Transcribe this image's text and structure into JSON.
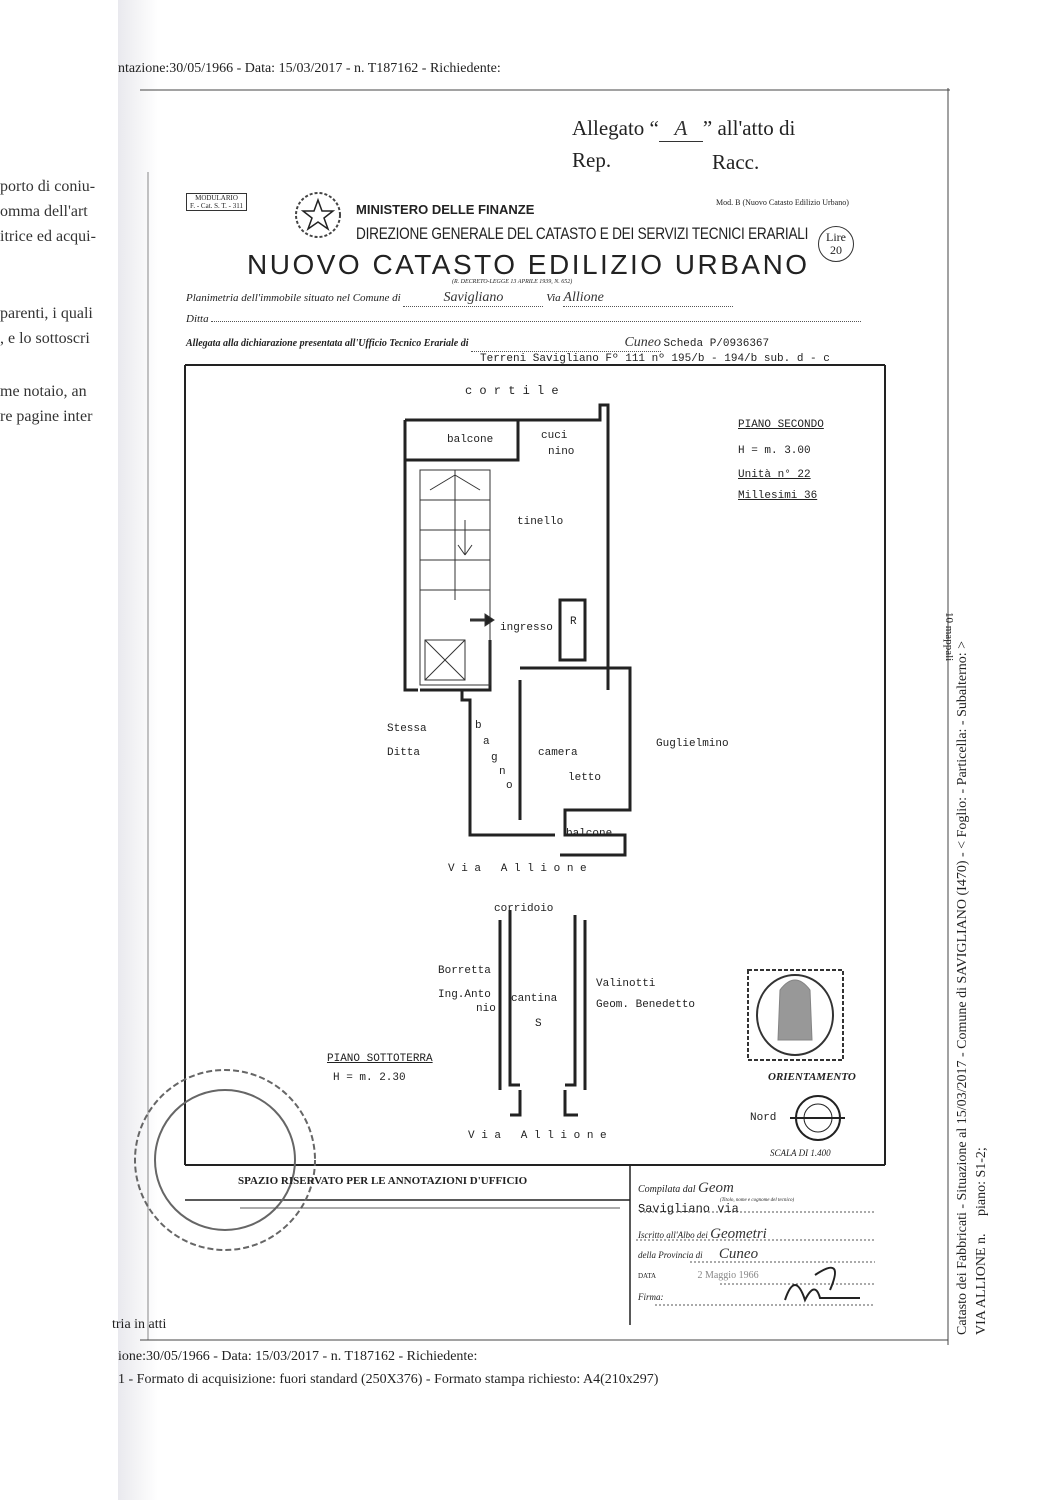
{
  "header_line": "ntazione:30/05/1966 - Data: 15/03/2017 - n. T187162 - Richiedente:",
  "allegato": {
    "prefix": "Allegato “",
    "letter": "A",
    "suffix": "” all'atto di",
    "rep": "Rep.",
    "racc": "Racc."
  },
  "left_page_fragments": [
    "porto di coniu-",
    "omma dell'art",
    "itrice ed acqui-",
    "parenti, i quali",
    ", e lo sottoscri",
    "me notaio, an",
    "re pagine inter"
  ],
  "form": {
    "modulario": "MODULARIO",
    "modulario_code": "F. - Cat. S. T. - 311",
    "ministry": "MINISTERO DELLE FINANZE",
    "directorate": "DIREZIONE GENERALE DEL CATASTO E DEI SERVIZI TECNICI ERARIALI",
    "title": "NUOVO CATASTO EDILIZIO URBANO",
    "decree": "(R. DECRETO-LEGGE 13 APRILE 1939, N. 652)",
    "mod": "Mod. B (Nuovo Catasto Edilizio Urbano)",
    "stamp_lire": "Lire",
    "stamp_value": "20",
    "planimetria_label": "Planimetria dell'immobile situato nel Comune di",
    "comune": "Savigliano",
    "via_label": "Via",
    "via": "Allione",
    "ditta_label": "Ditta",
    "allegata_label": "Allegata alla dichiarazione presentata all'Ufficio Tecnico Erariale di",
    "ufficio": "Cuneo",
    "scheda": "Scheda P/0936367",
    "terreni": "Terreni Savigliano Fº 111 nº 195/b - 194/b sub. d - c"
  },
  "plan": {
    "cortile": "c o r t i l e",
    "piano_secondo": "PIANO SECONDO",
    "h2": "H = m. 3.00",
    "unita": "Unità n° 22",
    "millesimi": "Millesimi 36",
    "rooms": {
      "balcone_top": "balcone",
      "cucinino_1": "cuci",
      "cucinino_2": "nino",
      "tinello": "tinello",
      "ingresso": "ingresso",
      "r": "R",
      "bagno": [
        "b",
        "a",
        "g",
        "n",
        "o"
      ],
      "camera": "camera",
      "letto": "letto",
      "balcone_bottom": "balcone"
    },
    "stessa": "Stessa",
    "ditta": "Ditta",
    "guglielmino": "Guglielmino",
    "via_allione_1": "V i a   A l l i o n e",
    "corridoio": "corridoio",
    "borretta_1": "Borretta",
    "borretta_2": "Ing.Anto",
    "borretta_3": "nio",
    "cantina": "cantina",
    "cantina_s": "S",
    "valinotti_1": "Valinotti",
    "valinotti_2": "Geom. Benedetto",
    "piano_sotto": "PIANO SOTTOTERRA",
    "h_sotto": "H = m. 2.30",
    "via_allione_2": "V i a   A l l i o n e",
    "orientamento": "ORIENTAMENTO",
    "nord": "Nord",
    "scala": "SCALA DI 1.400"
  },
  "office": {
    "spazio": "SPAZIO RISERVATO PER LE ANNOTAZIONI D'UFFICIO",
    "compilata_label": "Compilata dal",
    "compilata_value": "Geom",
    "compilata_hint": "(Titolo, nome e cognome del tecnico)",
    "address": "Savigliano via",
    "iscritto_label": "Iscritto all'Albo dei",
    "iscritto_value": "Geometri",
    "provincia_label": "della Provincia di",
    "provincia_value": "Cuneo",
    "data_label": "DATA",
    "data_value": "2 Maggio 1966",
    "firma_label": "Firma:"
  },
  "footer": {
    "line0": "tria in atti",
    "line1": "ione:30/05/1966 - Data: 15/03/2017 - n. T187162 - Richiedente:",
    "line2": "1 - Formato di acquisizione: fuori standard (250X376) - Formato stampa richiesto: A4(210x297)"
  },
  "side": {
    "line1": "Catasto dei Fabbricati - Situazione al 15/03/2017 - Comune di SAVIGLIANO (I470) - < Foglio:     - Particella:     - Subalterno: >",
    "line2": "VIA ALLIONE n.     piano: S1-2;",
    "note": "10 mappali"
  }
}
